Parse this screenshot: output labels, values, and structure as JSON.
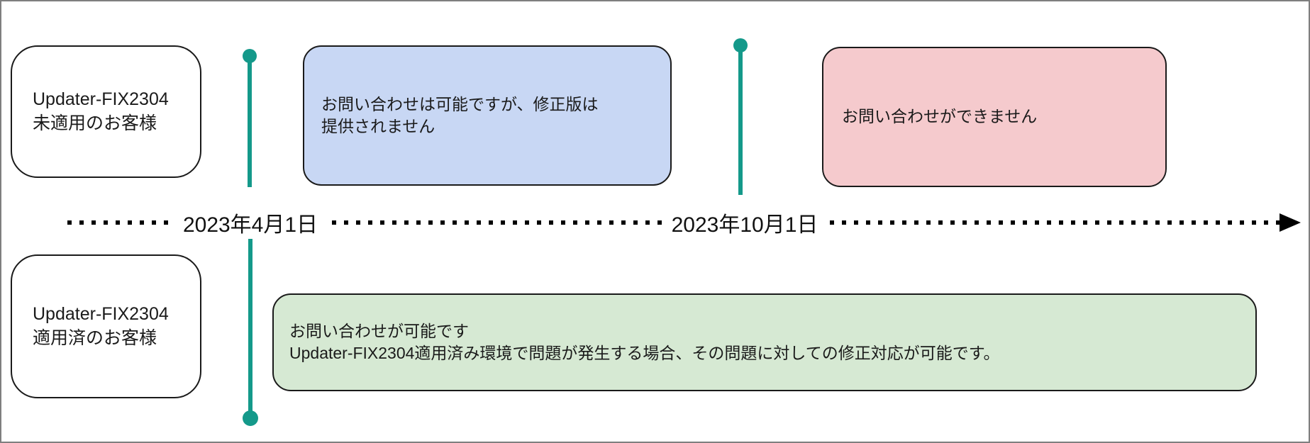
{
  "diagram": {
    "title_hint": "Updater-FIX2304 support timeline",
    "colors": {
      "teal_line": "#14998a",
      "blue_box_fill": "#c8d7f4",
      "pink_box_fill": "#f5cacd",
      "green_box_fill": "#d6e9d3",
      "box_border": "#1a1a1a",
      "frame_border": "#7f7f7f",
      "axis_dots": "#000000"
    },
    "actors": [
      {
        "line1": "Updater-FIX2304",
        "line2": "未適用のお客様"
      },
      {
        "line1": "Updater-FIX2304",
        "line2": "適用済のお客様"
      }
    ],
    "periods": [
      {
        "name": "unapplied-before-oct",
        "line1": "お問い合わせは可能ですが、修正版は",
        "line2": "提供されません"
      },
      {
        "name": "unapplied-after-oct",
        "line1": "お問い合わせができません"
      },
      {
        "name": "applied-support",
        "line1": "お問い合わせが可能です",
        "line2": "Updater-FIX2304適用済み環境で問題が発生する場合、その問題に対しての修正対応が可能です。"
      }
    ],
    "timeline": {
      "milestones": [
        {
          "label": "2023年4月1日"
        },
        {
          "label": "2023年10月1日"
        }
      ]
    }
  }
}
